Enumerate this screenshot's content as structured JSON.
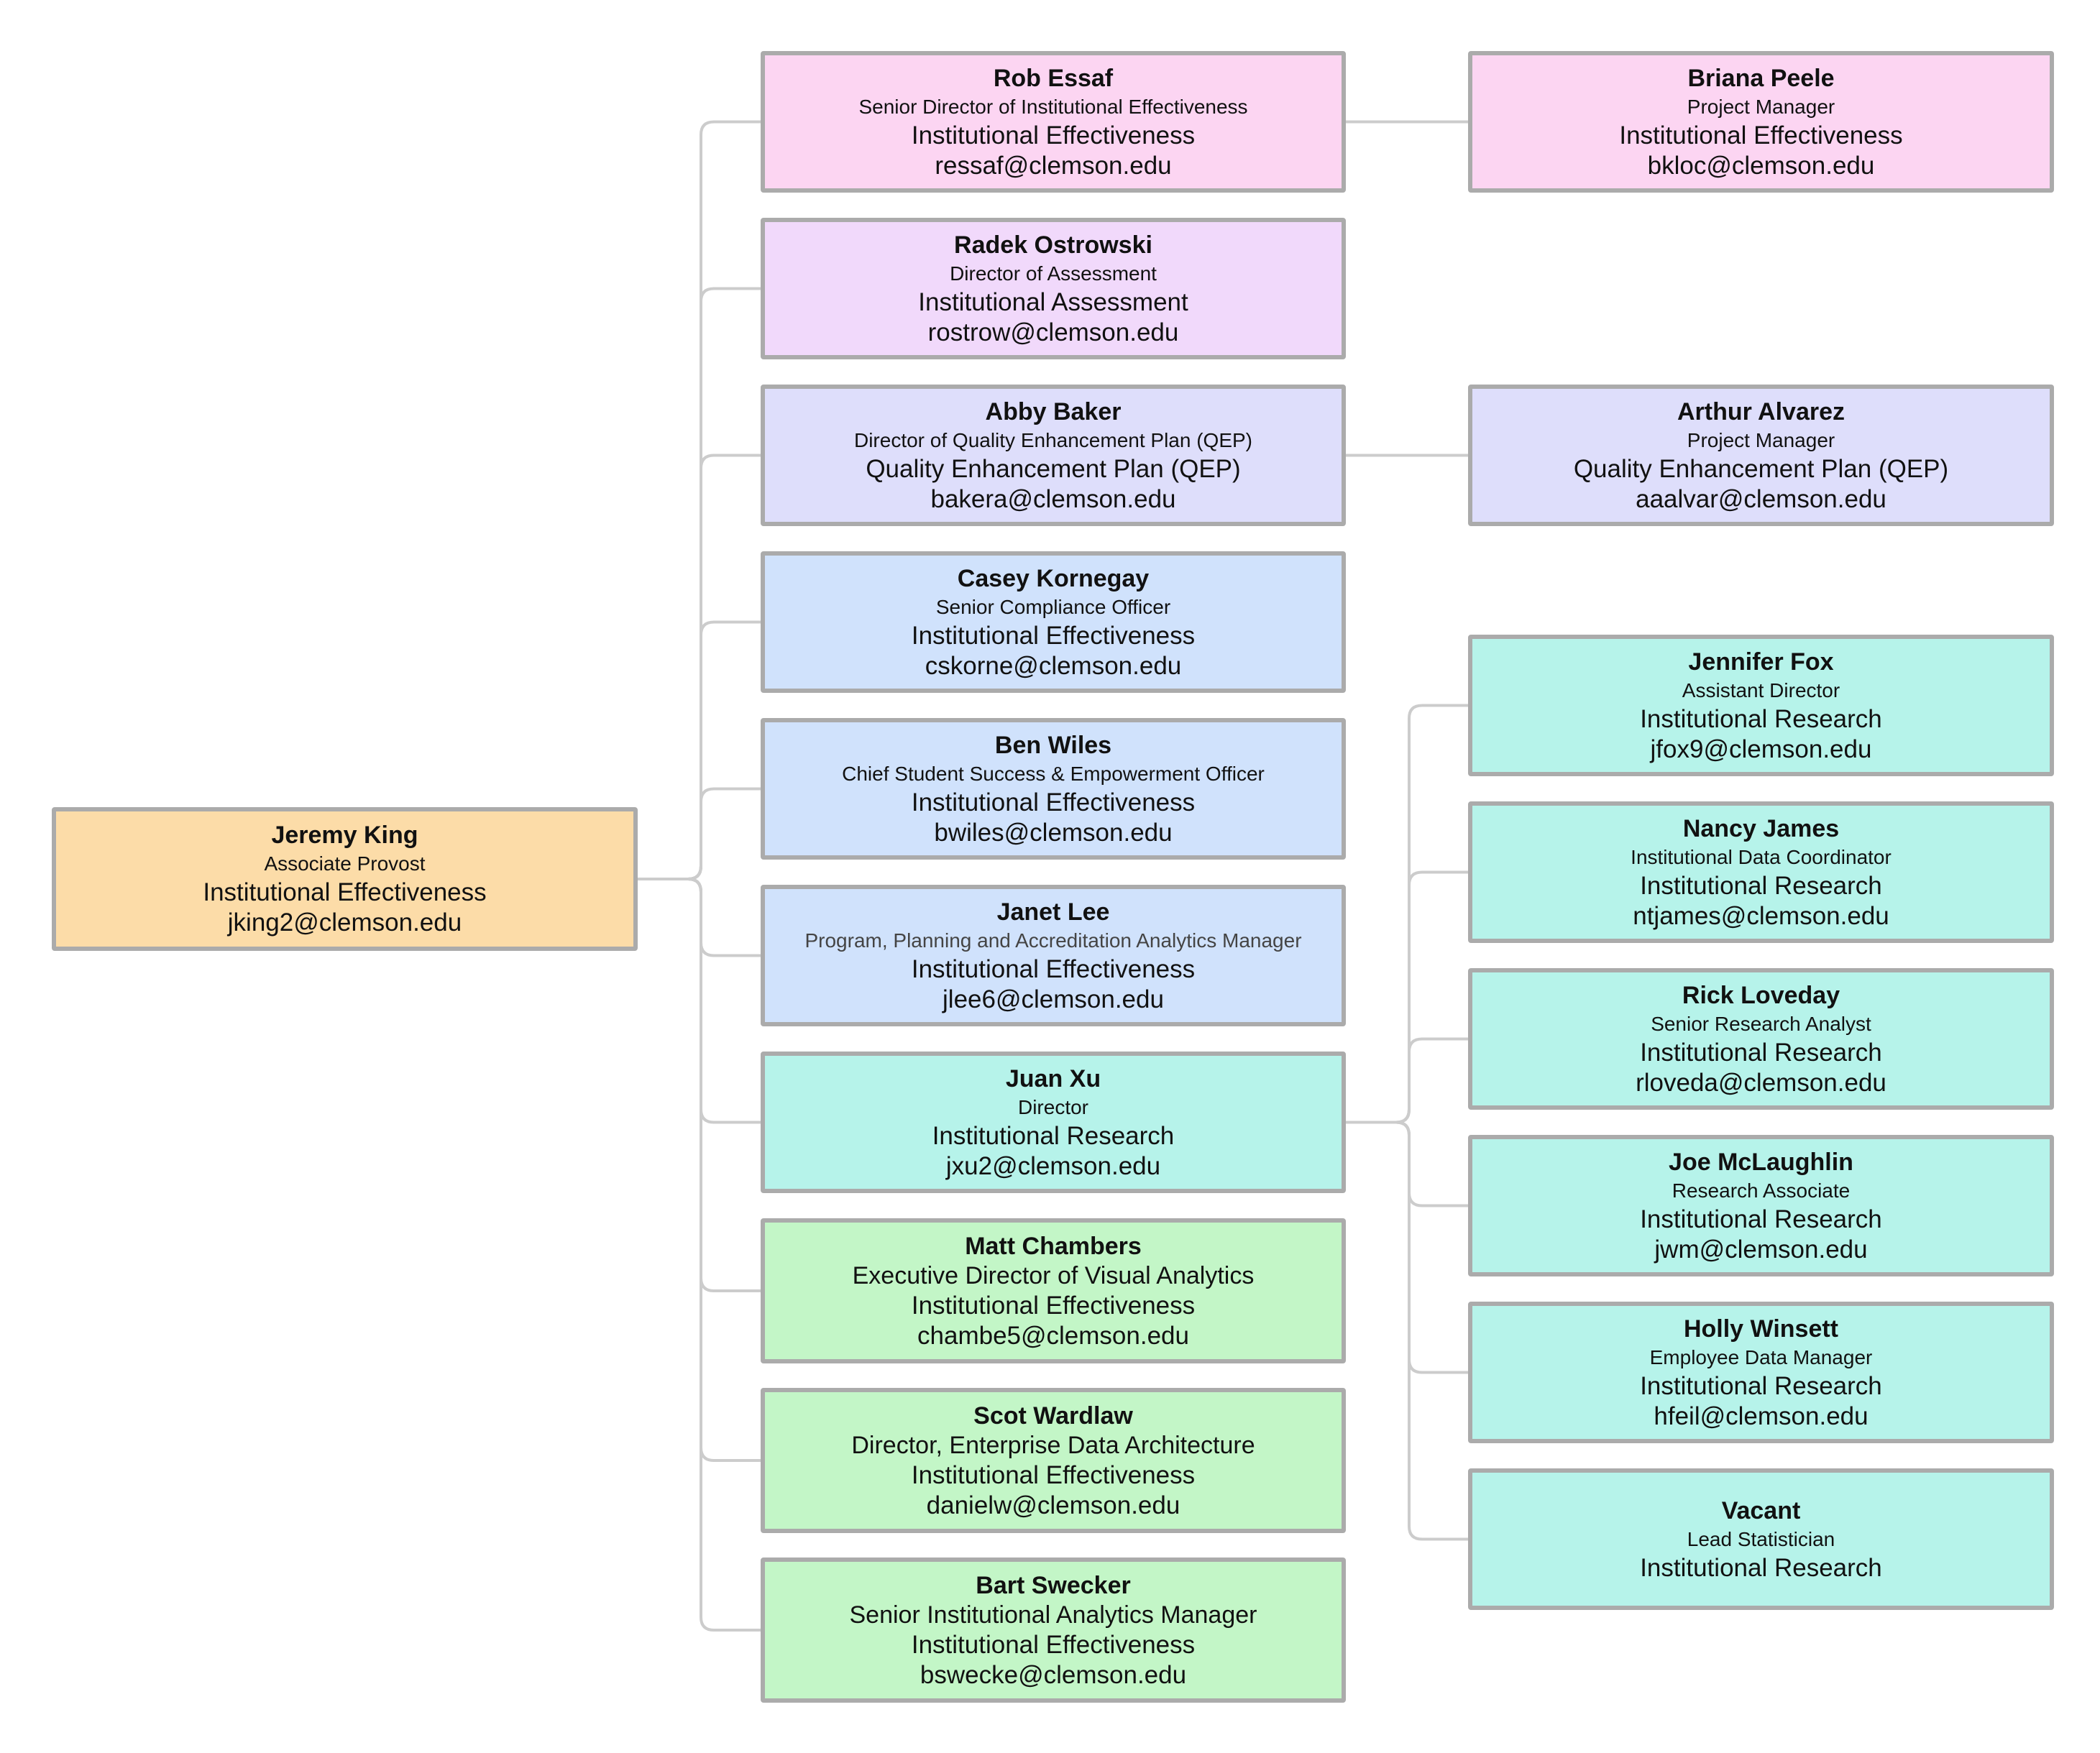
{
  "colors": {
    "orange": "#fcdca8",
    "pink": "#fcd5f2",
    "violet": "#f1d9fb",
    "lavender": "#dedefb",
    "blue": "#d0e2fc",
    "teal": "#b6f3ea",
    "green": "#c3f6c7",
    "border": "#ababab",
    "connector": "#cccccc"
  },
  "root": {
    "name": "Jeremy King",
    "title": "Associate Provost",
    "dept": "Institutional Effectiveness",
    "email": "jking2@clemson.edu",
    "color": "orange"
  },
  "column2": [
    {
      "name": "Rob Essaf",
      "title": "Senior Director of Institutional Effectiveness",
      "dept": "Institutional Effectiveness",
      "email": "ressaf@clemson.edu",
      "color": "pink"
    },
    {
      "name": "Radek Ostrowski",
      "title": "Director of Assessment",
      "dept": "Institutional Assessment",
      "email": "rostrow@clemson.edu",
      "color": "violet"
    },
    {
      "name": "Abby Baker",
      "title": "Director of Quality Enhancement Plan (QEP)",
      "dept": "Quality Enhancement Plan (QEP)",
      "email": "bakera@clemson.edu",
      "color": "lavender"
    },
    {
      "name": "Casey Kornegay",
      "title": "Senior Compliance Officer",
      "dept": "Institutional Effectiveness",
      "email": "cskorne@clemson.edu",
      "color": "blue"
    },
    {
      "name": "Ben Wiles",
      "title": "Chief Student Success & Empowerment Officer",
      "dept": "Institutional Effectiveness",
      "email": "bwiles@clemson.edu",
      "color": "blue"
    },
    {
      "name": "Janet Lee",
      "title": "Program, Planning and Accreditation Analytics Manager",
      "dept": "Institutional Effectiveness",
      "email": "jlee6@clemson.edu",
      "color": "blue"
    },
    {
      "name": "Juan Xu",
      "title": "Director",
      "dept": "Institutional Research",
      "email": "jxu2@clemson.edu",
      "color": "teal"
    },
    {
      "name": "Matt Chambers",
      "title": "Executive Director of Visual Analytics",
      "dept": "Institutional Effectiveness",
      "email": "chambe5@clemson.edu",
      "color": "green"
    },
    {
      "name": "Scot Wardlaw",
      "title": "Director, Enterprise Data Architecture",
      "dept": "Institutional Effectiveness",
      "email": "danielw@clemson.edu",
      "color": "green"
    },
    {
      "name": "Bart Swecker",
      "title": "Senior Institutional Analytics Manager",
      "dept": "Institutional Effectiveness",
      "email": "bswecke@clemson.edu",
      "color": "green"
    }
  ],
  "column3": [
    {
      "name": "Briana Peele",
      "title": "Project Manager",
      "dept": "Institutional Effectiveness",
      "email": "bkloc@clemson.edu",
      "color": "pink",
      "parent": 0
    },
    {
      "name": "Arthur Alvarez",
      "title": "Project Manager",
      "dept": "Quality Enhancement Plan (QEP)",
      "email": "aaalvar@clemson.edu",
      "color": "lavender",
      "parent": 2
    },
    {
      "name": "Jennifer Fox",
      "title": "Assistant Director",
      "dept": "Institutional Research",
      "email": "jfox9@clemson.edu",
      "color": "teal",
      "parent": 6
    },
    {
      "name": "Nancy James",
      "title": "Institutional Data Coordinator",
      "dept": "Institutional Research",
      "email": "ntjames@clemson.edu",
      "color": "teal",
      "parent": 6
    },
    {
      "name": "Rick Loveday",
      "title": "Senior Research Analyst",
      "dept": "Institutional Research",
      "email": "rloveda@clemson.edu",
      "color": "teal",
      "parent": 6
    },
    {
      "name": "Joe McLaughlin",
      "title": "Research Associate",
      "dept": "Institutional Research",
      "email": "jwm@clemson.edu",
      "color": "teal",
      "parent": 6
    },
    {
      "name": "Holly Winsett",
      "title": "Employee Data Manager",
      "dept": "Institutional Research",
      "email": "hfeil@clemson.edu",
      "color": "teal",
      "parent": 6
    },
    {
      "name": "Vacant",
      "title": "Lead Statistician",
      "dept": "Institutional Research",
      "color": "teal",
      "parent": 6
    }
  ]
}
